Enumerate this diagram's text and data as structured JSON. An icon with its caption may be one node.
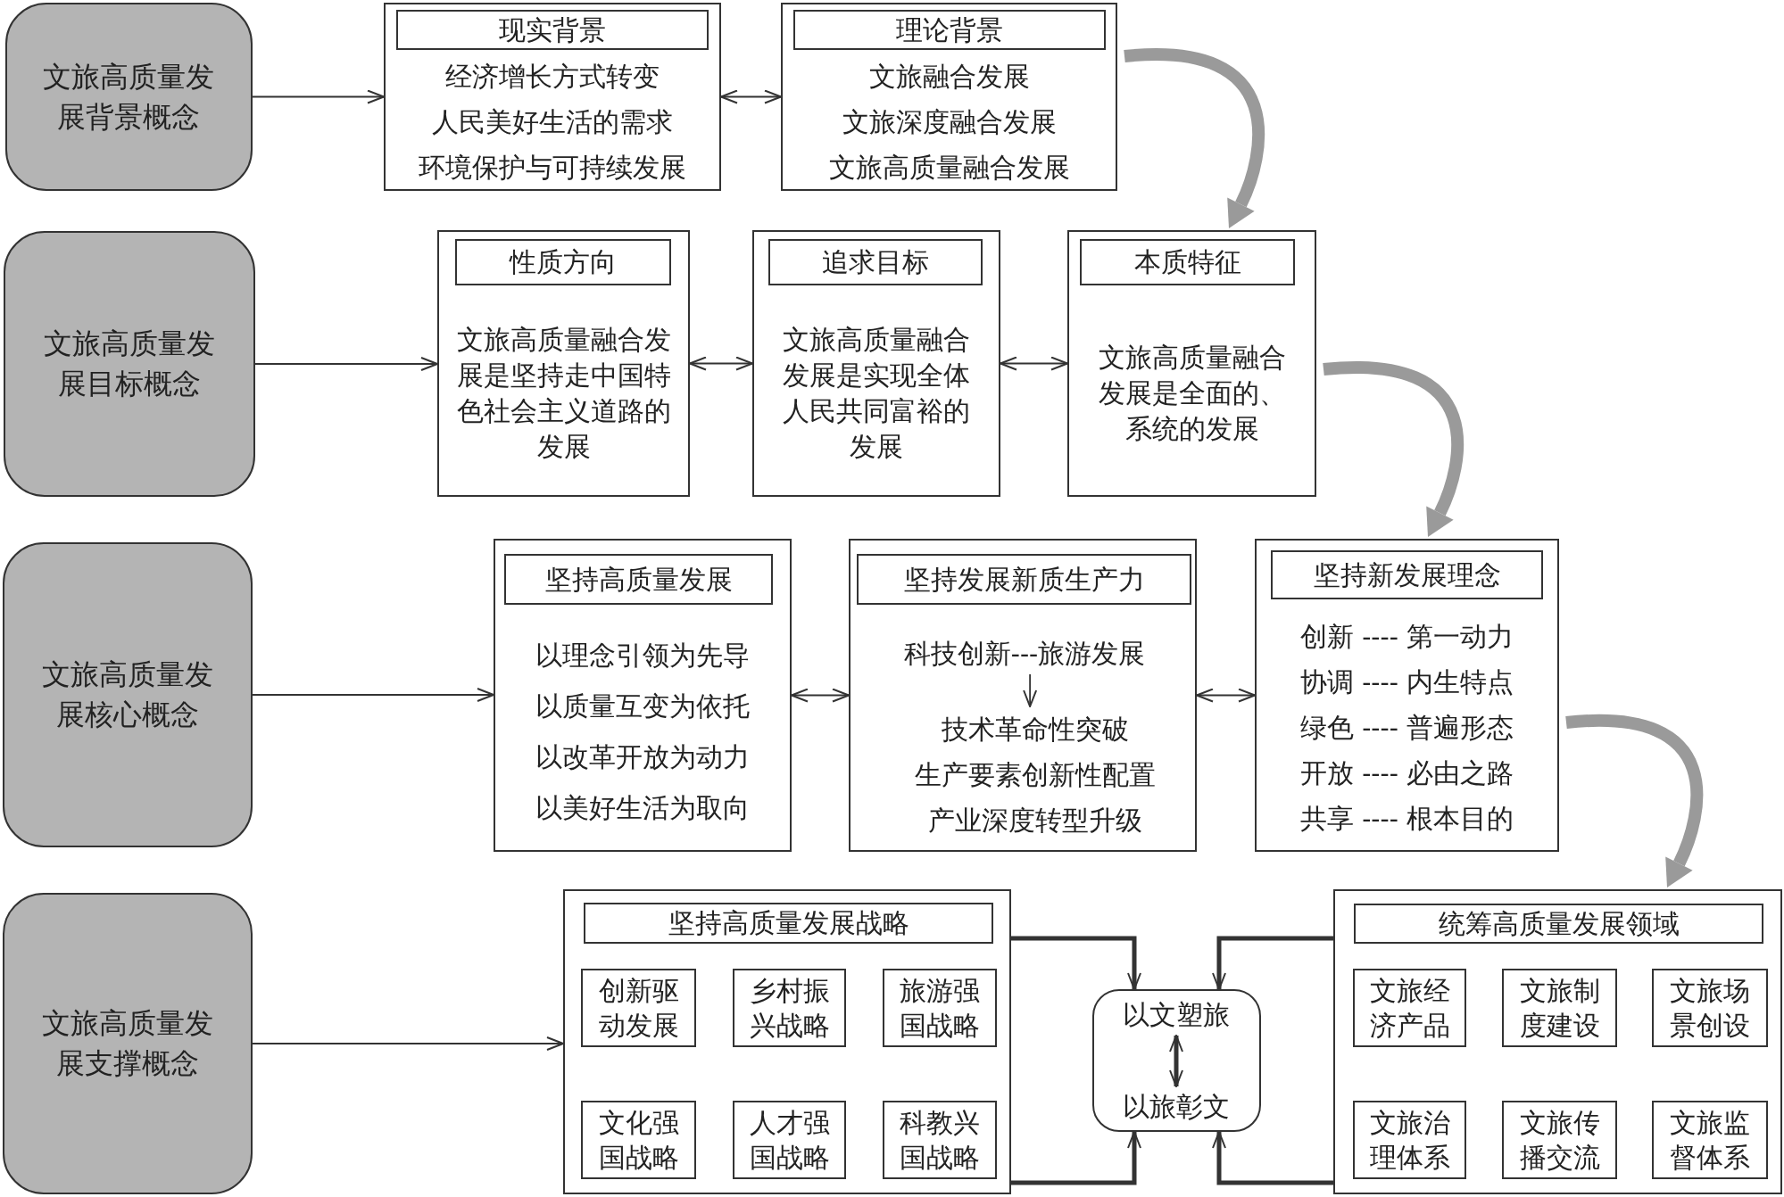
{
  "diagram": {
    "nodes": [
      {
        "text": [
          "文旅高质量发展背景概念"
        ]
      },
      {
        "text": [
          "经济增长方式转变",
          "人民美好生活的需求",
          "环境保护与可持续发展"
        ]
      },
      {
        "text": [
          "现实背景"
        ],
        "in": 1
      },
      {
        "text": [
          "文旅融合发展",
          "文旅深度融合发展",
          "文旅高质量融合发展"
        ]
      },
      {
        "text": [
          "理论背景"
        ],
        "in": 3
      },
      {
        "text": [
          "文旅高质量发展目标概念"
        ]
      },
      {
        "text": [
          "文旅高质量融合发展是坚持走中国特色社会主义道路的发展"
        ]
      },
      {
        "text": [
          "性质方向"
        ],
        "in": 6
      },
      {
        "text": [
          "文旅高质量融合发展是实现全体人民共同富裕的发展"
        ]
      },
      {
        "text": [
          "追求目标"
        ],
        "in": 8
      },
      {
        "text": [
          "文旅高质量融合发展是全面的、系统的发展"
        ]
      },
      {
        "text": [
          "本质特征"
        ],
        "in": 10
      },
      {
        "text": [
          "文旅高质量发展核心概念"
        ]
      },
      {
        "text": [
          "以理念引领为先导",
          "以质量互变为依托",
          "以改革开放为动力",
          "以美好生活为取向"
        ]
      },
      {
        "text": [
          "坚持高质量发展"
        ],
        "in": 13
      },
      {
        "text": [],
        "shape": "box"
      },
      {
        "text": [
          "坚持发展新质生产力"
        ],
        "in": 15
      },
      {
        "text": [
          "科技创新---旅游发展"
        ],
        "in": 15
      },
      {
        "text": [
          "技术革命性突破",
          "生产要素创新性配置",
          "产业深度转型升级"
        ],
        "in": 15
      },
      {
        "text": [
          "创新 ---- 第一动力",
          "协调 ---- 内生特点",
          "绿色 ---- 普遍形态",
          "开放 ---- 必由之路",
          "共享 ---- 根本目的"
        ]
      },
      {
        "text": [
          "坚持新发展理念"
        ],
        "in": 19
      },
      {
        "text": [
          "文旅高质量发展支撑概念"
        ]
      },
      {
        "text": [],
        "shape": "box"
      },
      {
        "text": [
          "坚持高质量发展战略"
        ],
        "in": 22
      },
      {
        "text": [
          "创新驱动发展"
        ],
        "in": 22
      },
      {
        "text": [
          "乡村振兴战略"
        ],
        "in": 22
      },
      {
        "text": [
          "旅游强国战略"
        ],
        "in": 22
      },
      {
        "text": [
          "文化强国战略"
        ],
        "in": 22
      },
      {
        "text": [
          "人才强国战略"
        ],
        "in": 22
      },
      {
        "text": [
          "科教兴国战略"
        ],
        "in": 22
      },
      {
        "text": [],
        "shape": "box"
      },
      {
        "text": [
          "以文塑旅"
        ],
        "in": 30
      },
      {
        "text": [
          "以旅彰文"
        ],
        "in": 30
      },
      {
        "text": [],
        "shape": "box"
      },
      {
        "text": [
          "统筹高质量发展领域"
        ],
        "in": 33
      },
      {
        "text": [
          "文旅经济产品"
        ],
        "in": 33
      },
      {
        "text": [
          "文旅制度建设"
        ],
        "in": 33
      },
      {
        "text": [
          "文旅场景创设"
        ],
        "in": 33
      },
      {
        "text": [
          "文旅治理体系"
        ],
        "in": 33
      },
      {
        "text": [
          "文旅传播交流"
        ],
        "in": 33
      },
      {
        "text": [
          "文旅监督体系"
        ],
        "in": 33
      }
    ],
    "edges": [
      {
        "from": 0,
        "to": 1,
        "arrow": "to"
      },
      {
        "from": 1,
        "to": 3,
        "arrow": "both"
      },
      {
        "from": 3,
        "to": 10,
        "arrow": "to",
        "style": "thick",
        "color": "#9a9a9a"
      },
      {
        "from": 5,
        "to": 6,
        "arrow": "to"
      },
      {
        "from": 6,
        "to": 8,
        "arrow": "both"
      },
      {
        "from": 8,
        "to": 10,
        "arrow": "both"
      },
      {
        "from": 10,
        "to": 19,
        "arrow": "to",
        "style": "thick",
        "color": "#9a9a9a"
      },
      {
        "from": 12,
        "to": 13,
        "arrow": "to"
      },
      {
        "from": 13,
        "to": 15,
        "arrow": "both"
      },
      {
        "from": 15,
        "to": 19,
        "arrow": "both"
      },
      {
        "from": 17,
        "to": 18,
        "arrow": "to"
      },
      {
        "from": 19,
        "to": 33,
        "arrow": "to",
        "style": "thick",
        "color": "#9a9a9a"
      },
      {
        "from": 21,
        "to": 22,
        "arrow": "to"
      },
      {
        "from": 22,
        "to": 30,
        "arrow": "to",
        "style": "thick"
      },
      {
        "from": 22,
        "to": 30,
        "arrow": "to",
        "style": "thick"
      },
      {
        "from": 33,
        "to": 30,
        "arrow": "to",
        "style": "thick"
      },
      {
        "from": 33,
        "to": 30,
        "arrow": "to",
        "style": "thick"
      },
      {
        "from": 31,
        "to": 32,
        "arrow": "both",
        "style": "thick"
      }
    ]
  }
}
